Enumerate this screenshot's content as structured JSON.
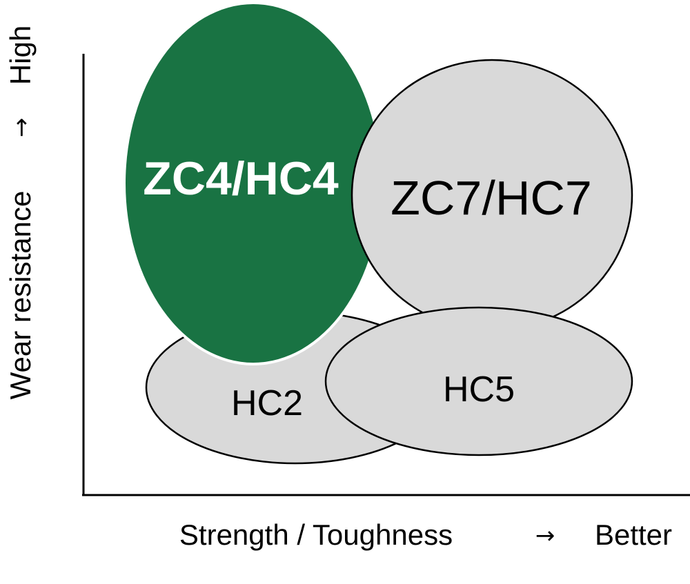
{
  "colors": {
    "highlight": "#197343",
    "other": "#d9d9d9",
    "outline": "#000000",
    "highlight_text": "#ffffff",
    "text": "#000000"
  },
  "chart_data": {
    "type": "bubble-region",
    "xlabel": "Strength / Toughness",
    "x_direction_label": "Better",
    "ylabel": "Wear resistance",
    "y_direction_label": "High",
    "arrow_glyph": "→",
    "regions": [
      {
        "label": "HC2",
        "highlighted": false
      },
      {
        "label": "ZC4/HC4",
        "highlighted": true
      },
      {
        "label": "ZC7/HC7",
        "highlighted": false
      },
      {
        "label": "HC5",
        "highlighted": false
      }
    ]
  }
}
